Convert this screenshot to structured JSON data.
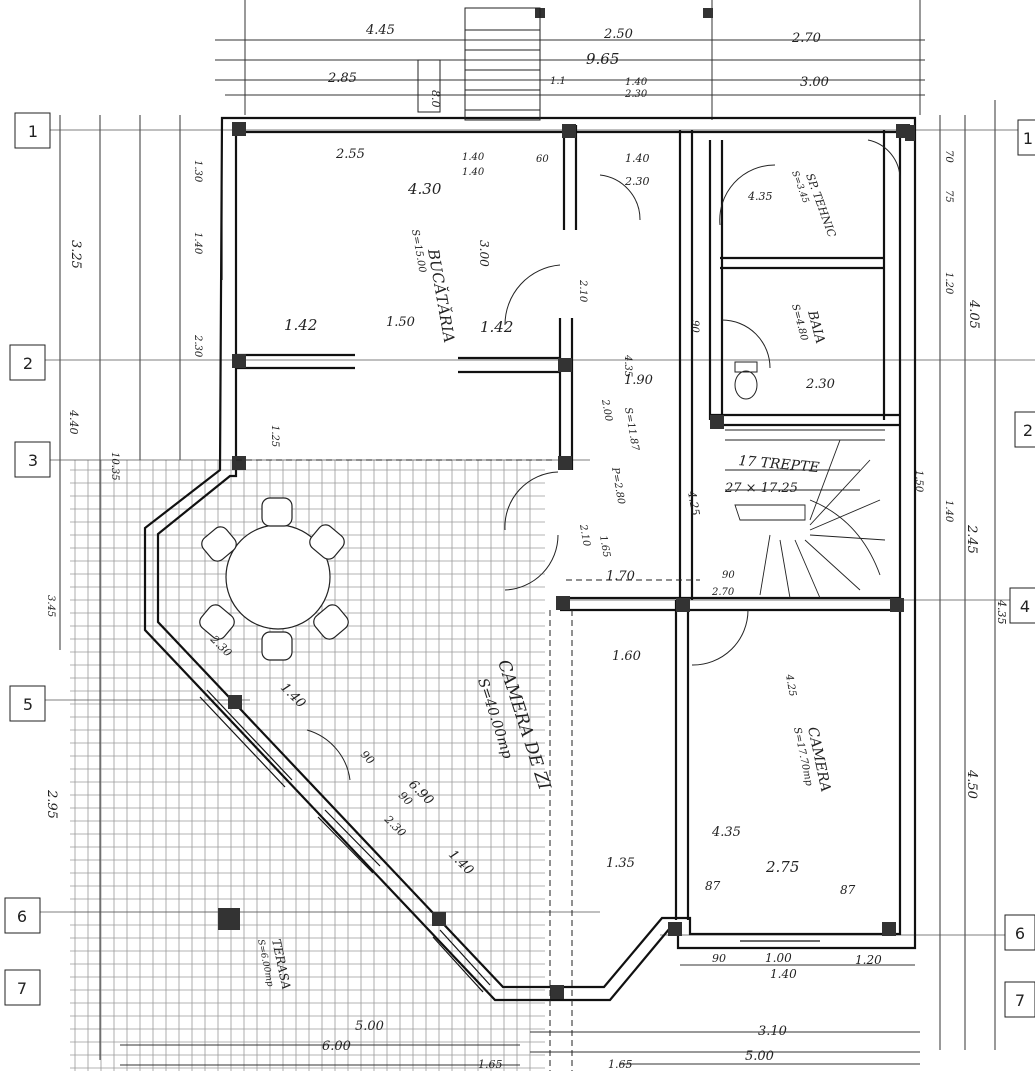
{
  "rooms": {
    "kitchen": {
      "name": "BUCĂTĂRIA",
      "area": "S=15.00"
    },
    "technical": {
      "name": "SP. TEHNIC",
      "area": "S=3.45"
    },
    "bath": {
      "name": "BAIA",
      "area": "S=4.80"
    },
    "living": {
      "name": "CAMERA DE ZI",
      "area": "S=40.00mp"
    },
    "bedroom": {
      "name": "CAMERA",
      "area": "S=17.70mp"
    },
    "terrace": {
      "name": "TERASA",
      "area": "S=6.00mp"
    },
    "stairs": {
      "name": "17 TREPTE",
      "size": "27 × 17.25"
    }
  },
  "grid_axes": {
    "left": [
      "1",
      "2",
      "3",
      "5",
      "6",
      "7"
    ],
    "right": [
      "1",
      "2",
      "4",
      "6",
      "7"
    ]
  },
  "dimensions": {
    "top_row1": [
      "4.45",
      "2.50",
      "2.70"
    ],
    "top_row2": [
      "9.65"
    ],
    "top_row3": [
      "2.85",
      "1.1",
      "1.40",
      "2.30",
      "3.00"
    ],
    "inner_top": [
      "2.55",
      "1.40",
      "1.40",
      "60",
      "1.40",
      "2.30",
      "4.35"
    ],
    "kitchen": [
      "4.30",
      "3.00",
      "1.42",
      "1.50",
      "1.42"
    ],
    "hall": [
      "1.90",
      "S=11.87",
      "P=2.80",
      "1.70",
      "2.10",
      "2.00",
      "1.65"
    ],
    "living": [
      "1.60",
      "4.25",
      "4.35",
      "1.35",
      "2.75",
      "87",
      "87"
    ],
    "diag": [
      "1.40",
      "6.90",
      "90",
      "2.30",
      "1.40",
      "90",
      "2.30"
    ],
    "left": [
      "3.25",
      "4.40",
      "1.30",
      "1.40",
      "2.30",
      "1.25",
      "10.35",
      "2.95",
      "3.45"
    ],
    "right": [
      "4.05",
      "4.35",
      "2.45",
      "4.50",
      "70",
      "75",
      "1.40",
      "1.20",
      "1.50"
    ],
    "bottom": [
      "5.00",
      "6.00",
      "3.10",
      "5.00",
      "1.65",
      "1.65",
      "1.00",
      "1.40",
      "1.20",
      "90"
    ],
    "misc": [
      "90",
      "2.10",
      "4.35",
      "2.30",
      "90",
      "2.70",
      "4.25",
      "8.0"
    ]
  }
}
